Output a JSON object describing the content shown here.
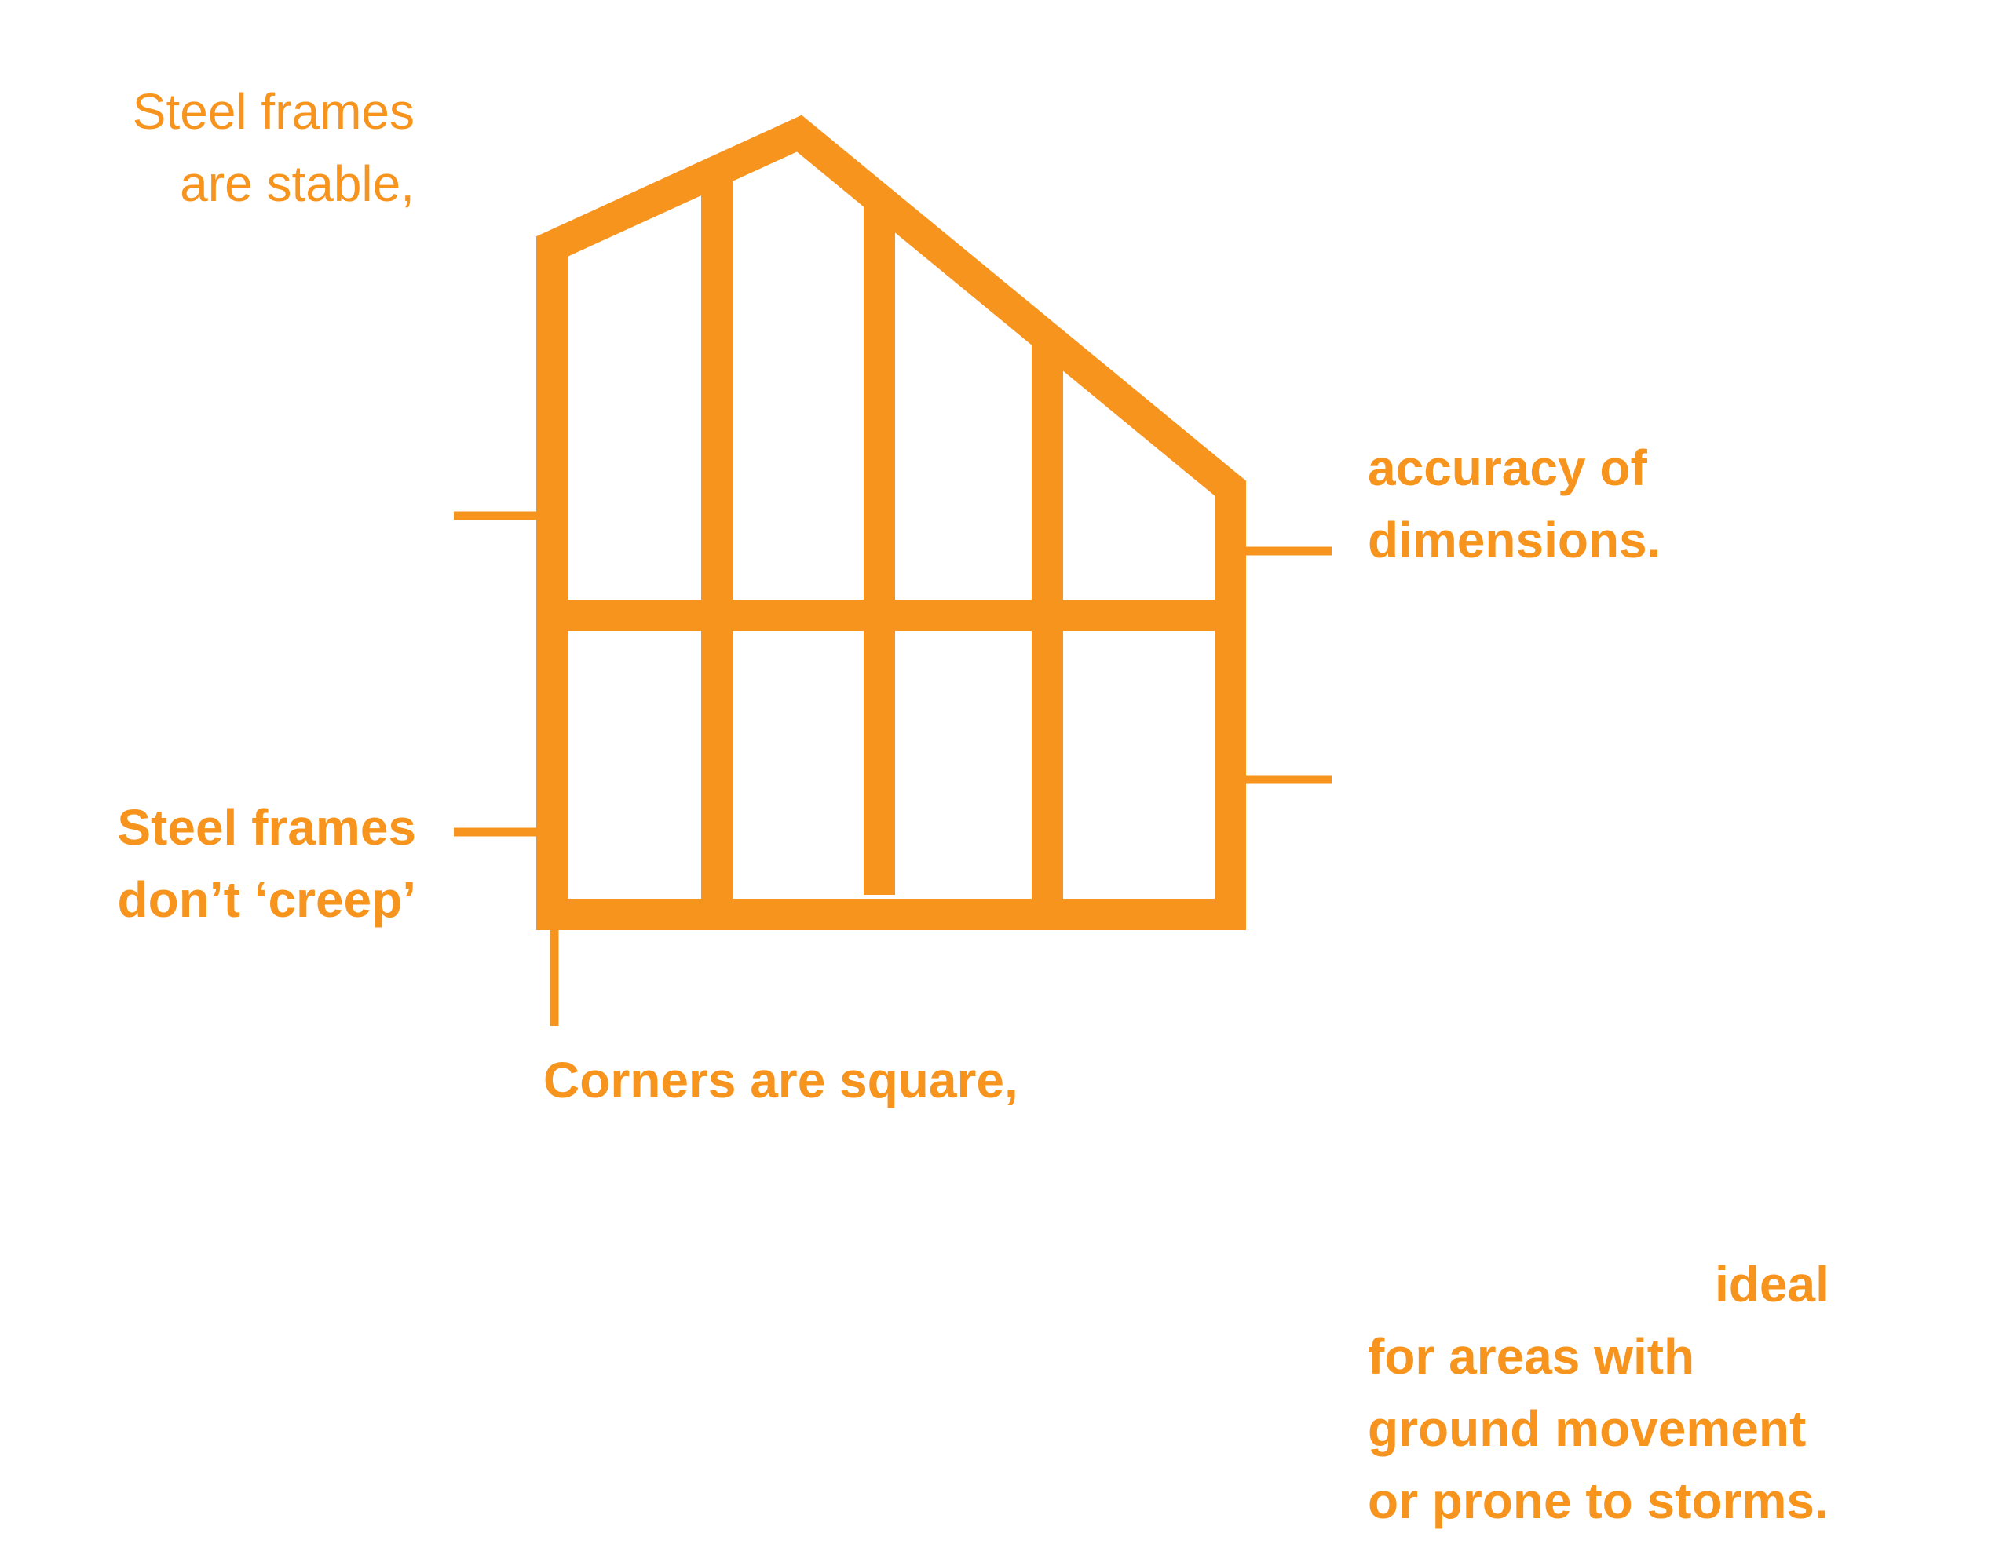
{
  "colors": {
    "accent": "#F7941E",
    "background": "#FFFFFF"
  },
  "labels": {
    "stable": {
      "lines": [
        "Steel frames",
        "are stable,"
      ]
    },
    "creep": {
      "lines": [
        "Steel frames",
        "don’t ‘creep’"
      ]
    },
    "accuracy": {
      "lines": [
        "accuracy of",
        "dimensions."
      ]
    },
    "corners": {
      "lines": [
        "Corners are square,"
      ]
    },
    "ideal": {
      "lines": [
        "ideal",
        "for areas with",
        "ground movement",
        "or prone to storms."
      ]
    }
  }
}
